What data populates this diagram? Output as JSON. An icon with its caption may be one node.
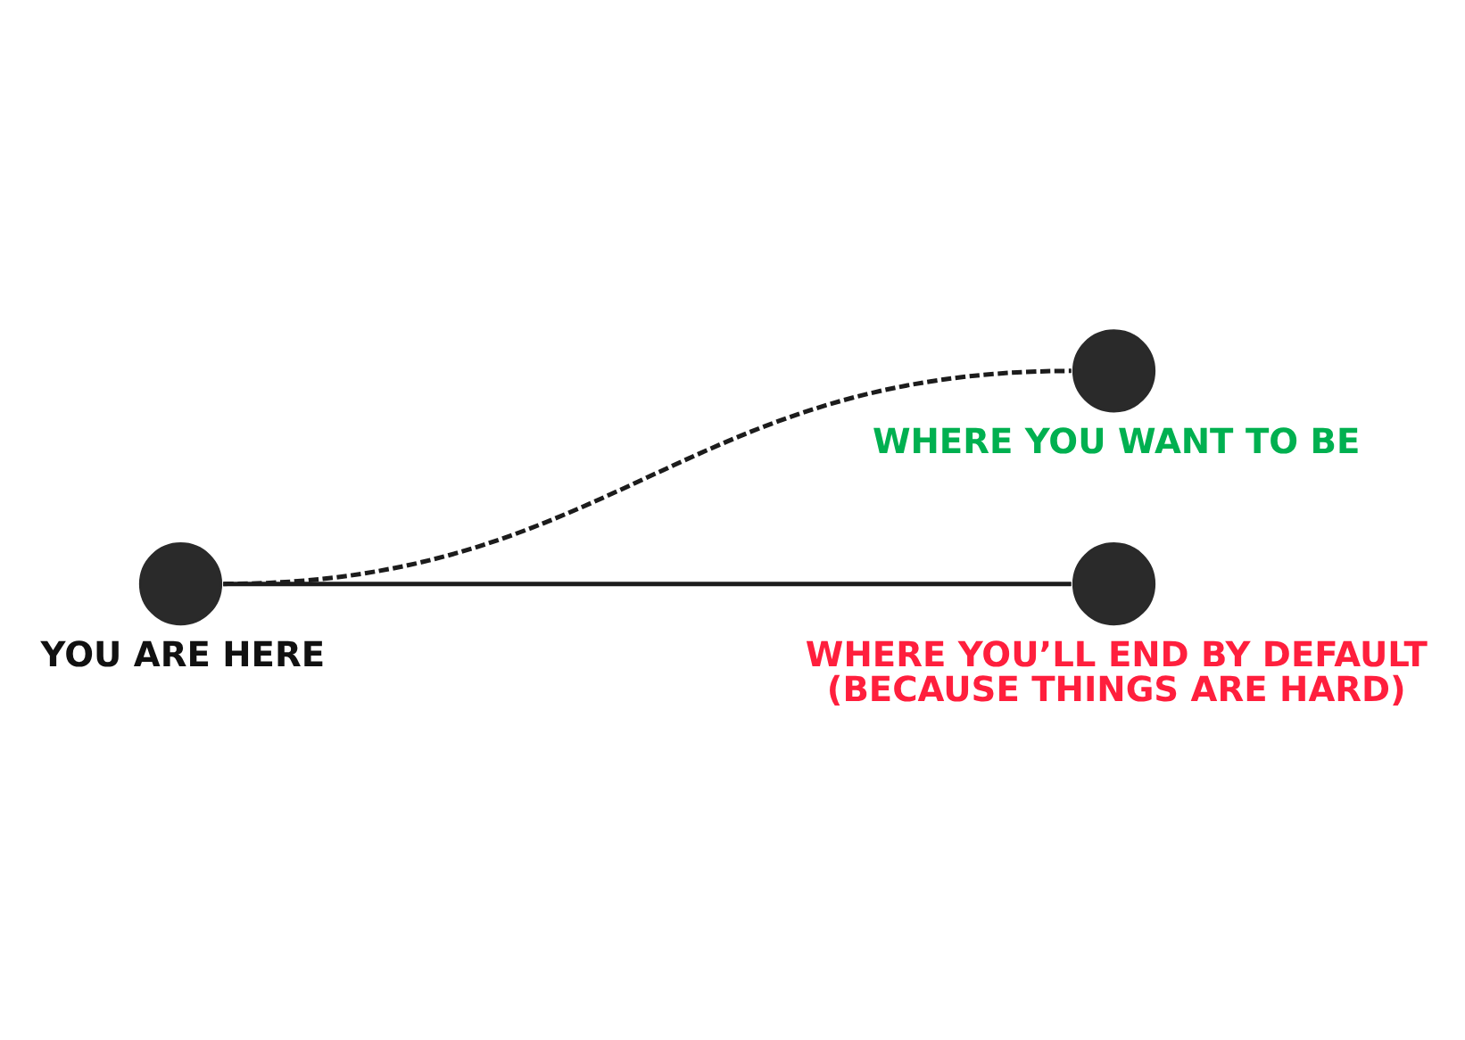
{
  "diagram": {
    "nodes": [
      {
        "text": [],
        "shape": "circle",
        "beside": [
          "YOU ARE HERE"
        ]
      },
      {
        "text": [],
        "shape": "circle",
        "beside": [
          "WHERE YOU WANT TO BE"
        ]
      },
      {
        "text": [],
        "shape": "circle",
        "beside": [
          "WHERE YOU’LL END BY DEFAULT",
          "(BECAUSE THINGS ARE HARD)"
        ]
      }
    ],
    "edges": [
      {
        "from": 0,
        "to": 1,
        "arrow": "none",
        "style": "dashed"
      },
      {
        "from": 0,
        "to": 2,
        "arrow": "none"
      }
    ]
  }
}
